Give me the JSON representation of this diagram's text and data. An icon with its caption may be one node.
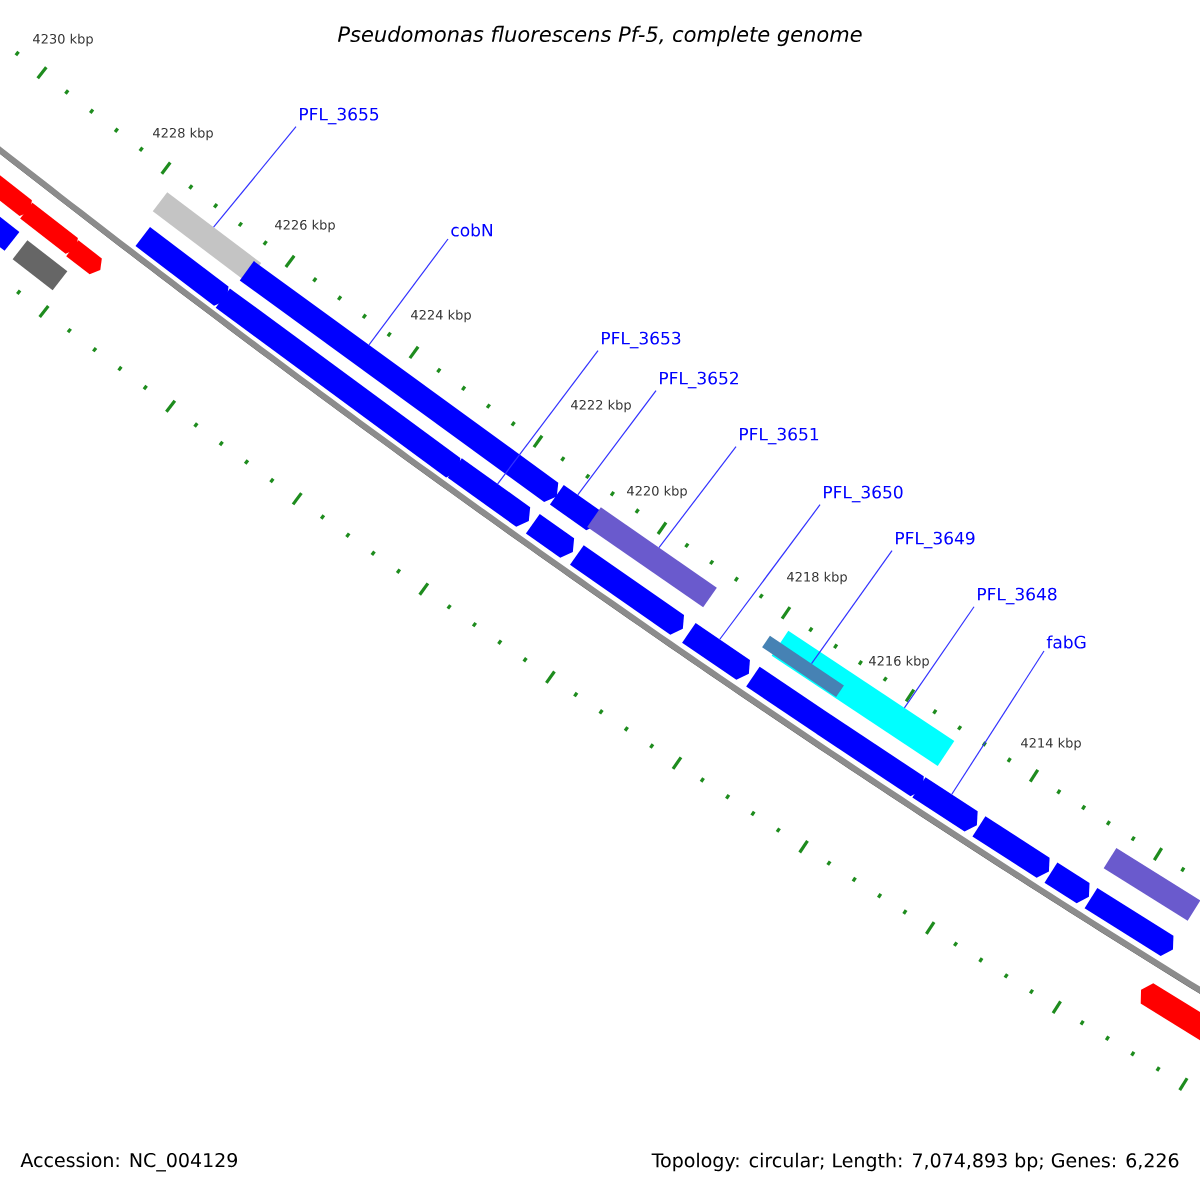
{
  "diagram": {
    "title": "Pseudomonas fluorescens Pf-5, complete genome",
    "nodes": [
      {
        "text": [
          "PFL_3655"
        ]
      },
      {
        "text": [
          "cobN"
        ]
      },
      {
        "text": [
          "PFL_3653"
        ]
      },
      {
        "text": [
          "PFL_3652"
        ]
      },
      {
        "text": [
          "PFL_3651"
        ]
      },
      {
        "text": [
          "PFL_3650"
        ]
      },
      {
        "text": [
          "PFL_3649"
        ]
      },
      {
        "text": [
          "PFL_3648"
        ]
      },
      {
        "text": [
          "fabG"
        ]
      },
      {
        "text": [],
        "shape": "box"
      },
      {
        "text": [],
        "shape": "arrow"
      },
      {
        "text": [],
        "shape": "arrow"
      },
      {
        "text": [],
        "shape": "arrow"
      },
      {
        "text": [],
        "shape": "box"
      },
      {
        "text": [],
        "shape": "arrow"
      },
      {
        "text": [],
        "shape": "box"
      },
      {
        "text": [],
        "shape": "box"
      },
      {
        "text": [],
        "shape": "arrow"
      },
      {
        "text": [],
        "shape": "box"
      },
      {
        "text": [],
        "shape": "arrow"
      },
      {
        "text": [],
        "shape": "box"
      },
      {
        "text": [],
        "shape": "arrow"
      },
      {
        "text": [],
        "shape": "arrow"
      },
      {
        "text": [],
        "shape": "arrow"
      },
      {
        "text": [],
        "shape": "arrow"
      },
      {
        "text": [],
        "shape": "arrow"
      },
      {
        "text": [],
        "shape": "arrow"
      },
      {
        "text": [],
        "shape": "arrow"
      },
      {
        "text": [],
        "shape": "arrow"
      },
      {
        "text": [],
        "shape": "arrow"
      },
      {
        "text": [],
        "shape": "arrow"
      },
      {
        "text": [],
        "shape": "arrow"
      },
      {
        "text": [],
        "shape": "box"
      },
      {
        "text": [],
        "shape": "arrow"
      }
    ],
    "edges": [
      {
        "from": 0,
        "to": 9,
        "arrow": "none"
      },
      {
        "from": 1,
        "to": 10,
        "arrow": "none"
      },
      {
        "from": 2,
        "to": 11,
        "arrow": "none"
      },
      {
        "from": 3,
        "to": 12,
        "arrow": "none"
      },
      {
        "from": 4,
        "to": 13,
        "arrow": "none"
      },
      {
        "from": 5,
        "to": 14,
        "arrow": "none"
      },
      {
        "from": 6,
        "to": 15,
        "arrow": "none"
      },
      {
        "from": 7,
        "to": 16,
        "arrow": "none"
      },
      {
        "from": 8,
        "to": 17,
        "arrow": "none"
      }
    ],
    "labels": [
      "4230 kbp",
      "4228 kbp",
      "4226 kbp",
      "4224 kbp",
      "4222 kbp",
      "4220 kbp",
      "4218 kbp",
      "4216 kbp",
      "4214 kbp",
      "Accession: NC_004129",
      "Topology: circular; Length: 7,074,893 bp; Genes: 6,226"
    ]
  }
}
